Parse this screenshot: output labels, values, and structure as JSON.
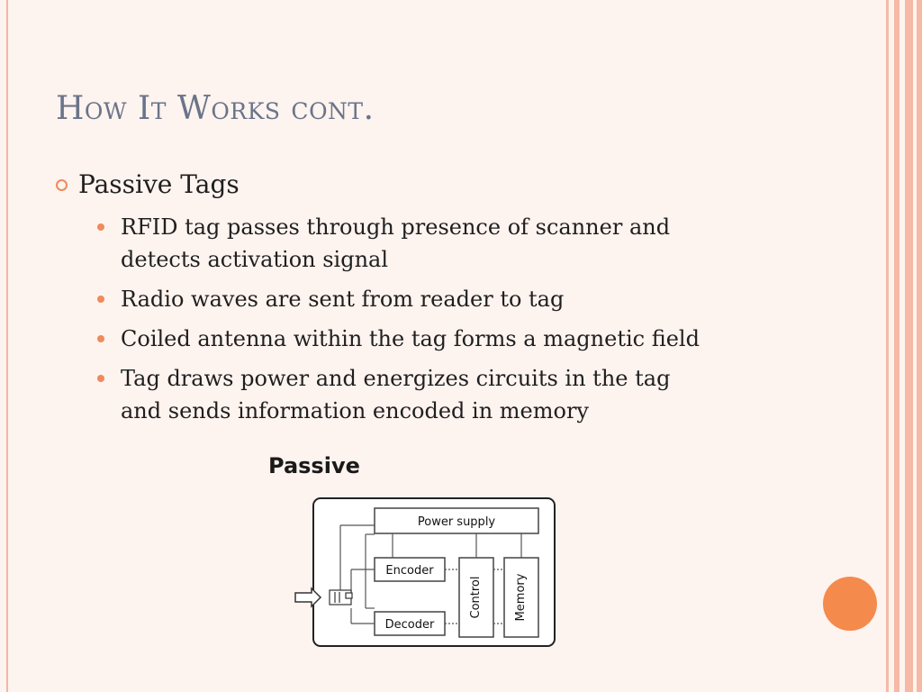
{
  "title": "How It Works cont.",
  "main_bullet": "Passive Tags",
  "sub_bullets": [
    {
      "line1": "RFID tag passes through presence of scanner and",
      "line2": "detects activation signal"
    },
    {
      "line1": "Radio waves are sent from reader to tag",
      "line2": ""
    },
    {
      "line1": "Coiled antenna within the tag forms a magnetic field",
      "line2": ""
    },
    {
      "line1": "Tag draws power and energizes circuits in the tag",
      "line2": "and sends information encoded in memory"
    }
  ],
  "diagram": {
    "title": "Passive",
    "power_supply": "Power supply",
    "encoder": "Encoder",
    "decoder": "Decoder",
    "control": "Control",
    "memory": "Memory"
  },
  "colors": {
    "background": "#fdf3ef",
    "accent": "#f08a5a",
    "title": "#6a7489",
    "stripe": "#f6b9a6",
    "circle": "#f58a4d"
  }
}
